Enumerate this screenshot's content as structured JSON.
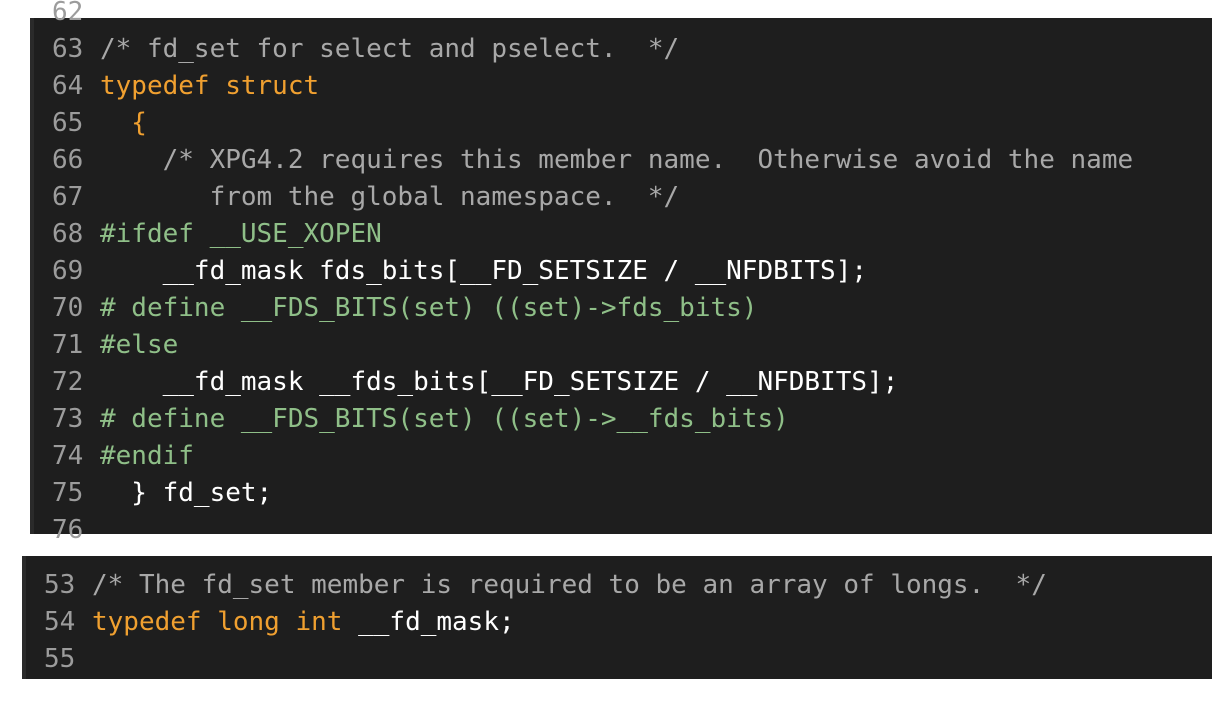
{
  "snippets": [
    {
      "lines": [
        {
          "num": "62",
          "tokens": []
        },
        {
          "num": "63",
          "tokens": [
            {
              "t": "/* fd_set for select and pselect.  */",
              "c": "comment"
            }
          ]
        },
        {
          "num": "64",
          "tokens": [
            {
              "t": "typedef struct",
              "c": "kw"
            }
          ]
        },
        {
          "num": "65",
          "tokens": [
            {
              "t": "  {",
              "c": "kw"
            }
          ]
        },
        {
          "num": "66",
          "tokens": [
            {
              "t": "    /* XPG4.2 requires this member name.  Otherwise avoid the name",
              "c": "comment"
            }
          ]
        },
        {
          "num": "67",
          "tokens": [
            {
              "t": "       from the global namespace.  */",
              "c": "comment"
            }
          ]
        },
        {
          "num": "68",
          "tokens": [
            {
              "t": "#ifdef __USE_XOPEN",
              "c": "pp"
            }
          ]
        },
        {
          "num": "69",
          "tokens": [
            {
              "t": "    __fd_mask fds_bits[__FD_SETSIZE / __NFDBITS];",
              "c": "text"
            }
          ]
        },
        {
          "num": "70",
          "tokens": [
            {
              "t": "# define __FDS_BITS(set) ((set)->fds_bits)",
              "c": "pp"
            }
          ]
        },
        {
          "num": "71",
          "tokens": [
            {
              "t": "#else",
              "c": "pp"
            }
          ]
        },
        {
          "num": "72",
          "tokens": [
            {
              "t": "    __fd_mask __fds_bits[__FD_SETSIZE / __NFDBITS];",
              "c": "text"
            }
          ]
        },
        {
          "num": "73",
          "tokens": [
            {
              "t": "# define __FDS_BITS(set) ((set)->__fds_bits)",
              "c": "pp"
            }
          ]
        },
        {
          "num": "74",
          "tokens": [
            {
              "t": "#endif",
              "c": "pp"
            }
          ]
        },
        {
          "num": "75",
          "tokens": [
            {
              "t": "  } fd_set;",
              "c": "text"
            }
          ]
        },
        {
          "num": "76",
          "tokens": []
        }
      ]
    },
    {
      "lines": [
        {
          "num": "53",
          "tokens": [
            {
              "t": "/* The fd_set member is required to be an array of longs.  */",
              "c": "comment"
            }
          ]
        },
        {
          "num": "54",
          "tokens": [
            {
              "t": "typedef long int",
              "c": "kw"
            },
            {
              "t": " __fd_mask;",
              "c": "text"
            }
          ]
        },
        {
          "num": "55",
          "tokens": []
        }
      ]
    }
  ]
}
